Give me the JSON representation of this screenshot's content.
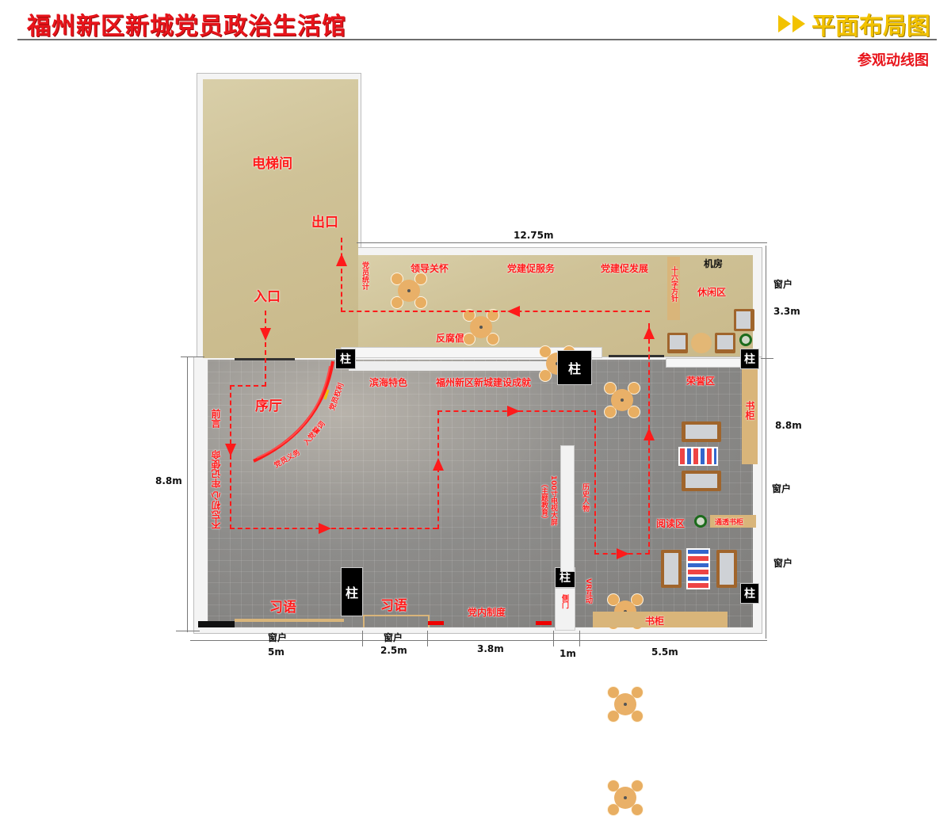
{
  "header": {
    "title": "福州新区新城党员政治生活馆",
    "section_title": "平面布局图",
    "caption": "参观动线图",
    "accent_red": "#e8141b",
    "accent_yellow": "#f2c200"
  },
  "floorplan": {
    "rooms": {
      "elevator_hall": "电梯间",
      "lobby": "序厅",
      "machine_room": "机房",
      "rest_area": "休闲区",
      "honor_area": "荣誉区",
      "reading_area": "阅读区"
    },
    "flow": {
      "entrance": "入口",
      "exit": "出口"
    },
    "exhibits": {
      "leader_care": "领导关怀",
      "party_service": "党建促服务",
      "party_development": "党建促发展",
      "anti_corruption": "反腐倡廉",
      "coastal_feature": "滨海特色",
      "new_city_achievements": "福州新区新城建设成就",
      "preface": "前言",
      "original_mission": "不忘初心 牢记使命",
      "curve_1": "党员义务",
      "curve_2": "入党誓词",
      "curve_3": "党员权利",
      "theme_education": "（主题教育）",
      "tv_screen": "100寸电视大屏",
      "historical_figures": "历史人物",
      "xi_quotes_1": "习语",
      "xi_quotes_2": "习语",
      "party_rules": "党内制度",
      "vr_interaction": "VR互动",
      "side_door": "侧门",
      "bookcase_right": "书柜",
      "bookcase_bottom": "书柜",
      "reading_bookshelf": "通透书柜",
      "left_top_panel": "党员统计",
      "partition_panel": "十六字方针"
    },
    "pillar_label": "柱",
    "pillar_count": 6
  },
  "dimensions": {
    "top": "12.75m",
    "right_upper": "3.3m",
    "right_lower": "8.8m",
    "left": "8.8m",
    "bottom": [
      "5m",
      "2.5m",
      "3.8m",
      "1m",
      "5.5m"
    ],
    "window_label": "窗户"
  }
}
